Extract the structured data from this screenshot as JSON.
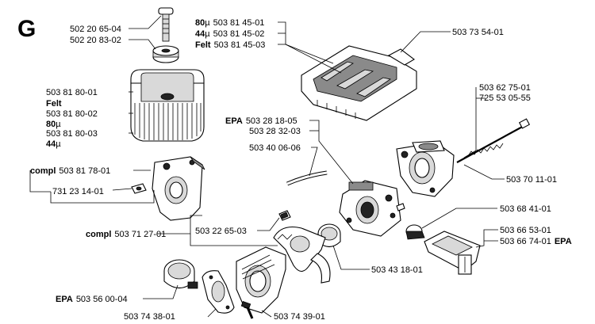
{
  "section_letter": "G",
  "labels": {
    "screw_top_1": "502 20 65-04",
    "screw_top_2": "502 20 83-02",
    "filter_80_prefix": "80",
    "filter_80_unit": "µ",
    "filter_80": "503 81 45-01",
    "filter_44_prefix": "44",
    "filter_44_unit": "µ",
    "filter_44": "503 81 45-02",
    "filter_felt_prefix": "Felt",
    "filter_felt": "503 81 45-03",
    "cover": "503 73 54-01",
    "airfilter_1": "503 81 80-01",
    "airfilter_felt": "Felt",
    "airfilter_2": "503 81 80-02",
    "airfilter_80_prefix": "80",
    "airfilter_80_unit": "µ",
    "airfilter_3": "503 81 80-03",
    "airfilter_44_prefix": "44",
    "airfilter_44_unit": "µ",
    "rod_1": "503 62 75-01",
    "rod_2": "725 53 05-55",
    "epa_carb_prefix": "EPA",
    "epa_carb": "503 28 18-05",
    "carb": "503 28 32-03",
    "hose": "503 40 06-06",
    "compl_holder_prefix": "compl",
    "compl_holder": "503 81 78-01",
    "nut": "731 23 14-01",
    "spring": "503 70 11-01",
    "compl_bracket_prefix": "compl",
    "compl_bracket": "503 71 27-01",
    "block": "503 22 65-03",
    "lever": "503 68 41-01",
    "plate_1": "503 66 53-01",
    "plate_2": "503 66 74-01",
    "plate_2_suffix": "EPA",
    "gasket_ring": "503 43 18-01",
    "epa_clamp_prefix": "EPA",
    "epa_clamp": "503 56 00-04",
    "gasket": "503 74 38-01",
    "intake": "503 74 39-01"
  }
}
